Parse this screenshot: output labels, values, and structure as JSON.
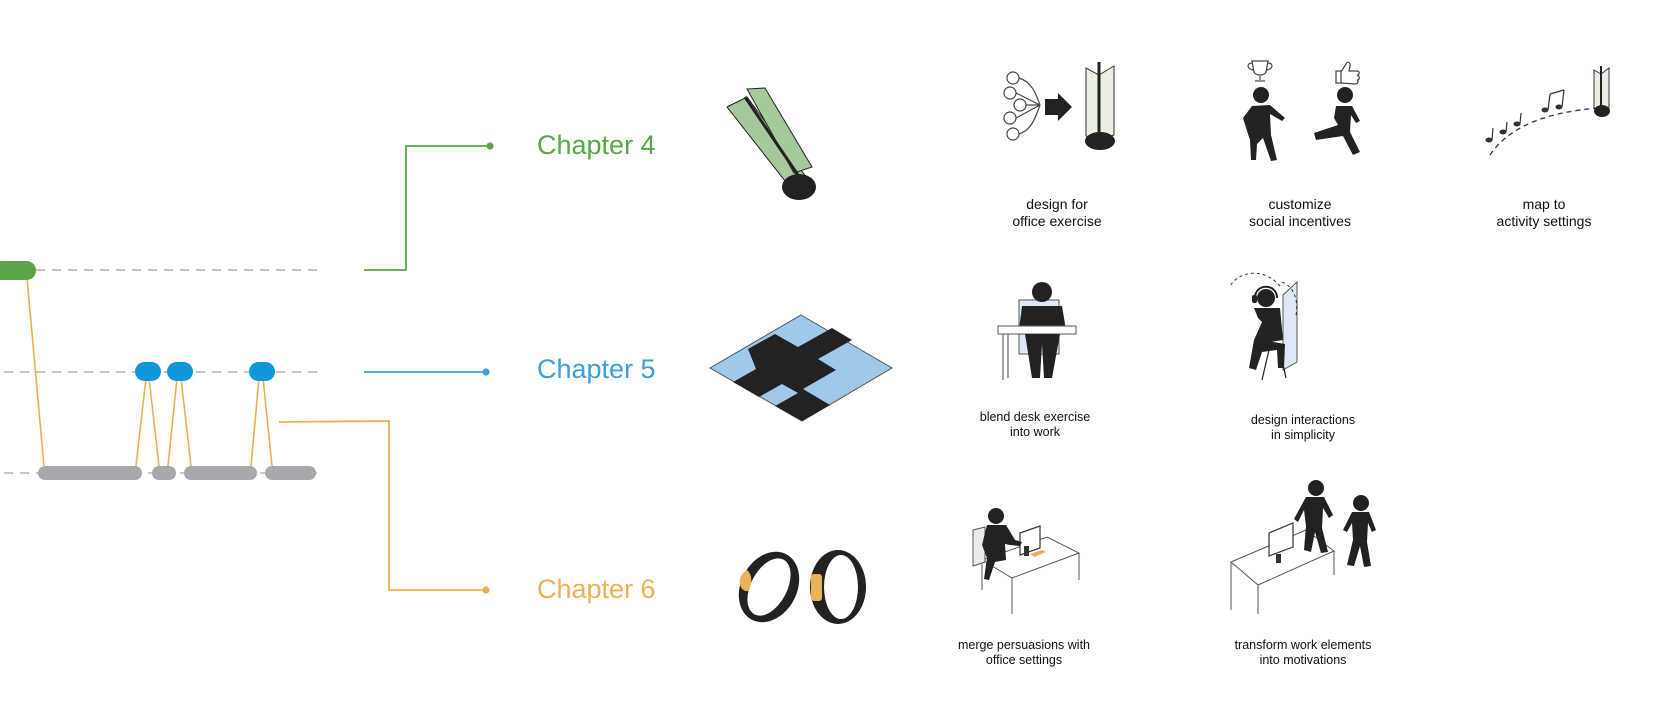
{
  "colors": {
    "chapter4": "#5aa546",
    "chapter5": "#3b9fd9",
    "chapter6": "#ecb157",
    "blue_node": "#0e97da",
    "gray_bar": "#a7a8ac",
    "figure": "#222222",
    "mat_blue": "#9fc8ea",
    "panel_green": "#a6c99b"
  },
  "chapters": [
    {
      "label": "Chapter 4",
      "color": "#5aa546",
      "icon": "standing-panel-icon"
    },
    {
      "label": "Chapter 5",
      "color": "#3b9fd9",
      "icon": "floor-mat-icon"
    },
    {
      "label": "Chapter 6",
      "color": "#ecb157",
      "icon": "wristband-icon"
    }
  ],
  "principles": {
    "office_exercise": {
      "line1": "design for",
      "line2": "office exercise",
      "icon": "sensor-to-panel-icon"
    },
    "social_incentives": {
      "line1": "customize",
      "line2": "social incentives",
      "icon": "social-incentive-figures-icon"
    },
    "activity_settings": {
      "line1": "map to",
      "line2": "activity settings",
      "icon": "music-notes-path-icon"
    },
    "desk_exercise": {
      "line1": "blend desk exercise",
      "line2": "into work",
      "icon": "seated-desk-figure-icon"
    },
    "simple_interactions": {
      "line1": "design interactions",
      "line2": "in simplicity",
      "icon": "headphone-seated-figure-icon"
    },
    "office_persuasions": {
      "line1": "merge persuasions with",
      "line2": "office settings",
      "icon": "desk-workstation-icon"
    },
    "work_motivations": {
      "line1": "transform work elements",
      "line2": "into motivations",
      "icon": "walking-figures-desk-icon"
    }
  }
}
